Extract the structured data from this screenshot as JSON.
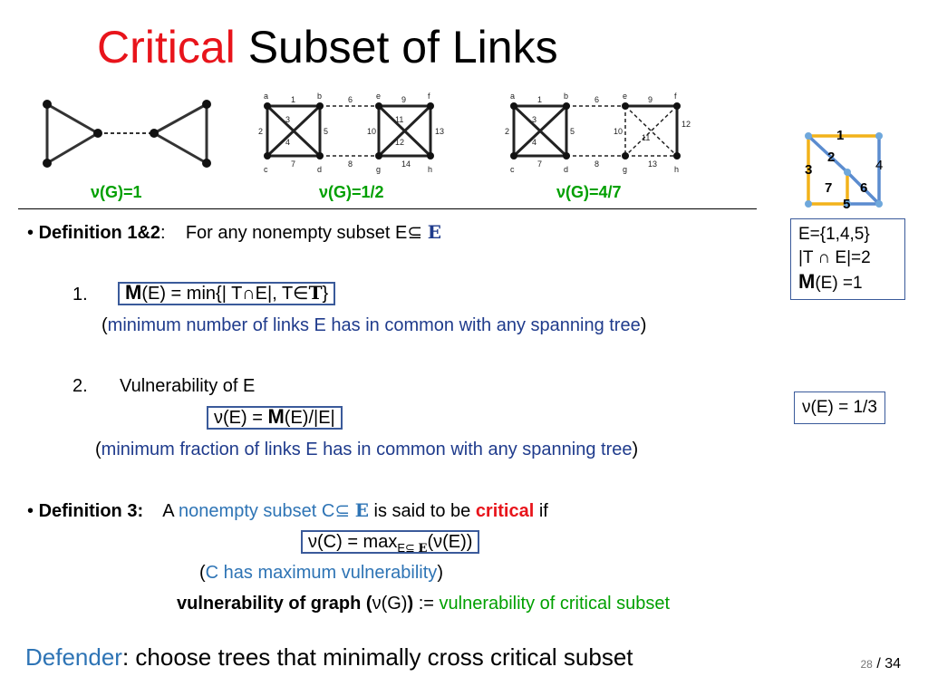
{
  "title": {
    "red": "Critical",
    "rest": "Subset of Links"
  },
  "graphs": [
    {
      "value": "ν(G)=1"
    },
    {
      "value": "ν(G)=1/2",
      "nodes": [
        "a",
        "b",
        "e",
        "f",
        "c",
        "d",
        "g",
        "h"
      ],
      "edges": [
        "1",
        "2",
        "3",
        "4",
        "5",
        "6",
        "7",
        "8",
        "9",
        "10",
        "11",
        "12",
        "13",
        "14"
      ]
    },
    {
      "value": "ν(G)=4/7",
      "nodes": [
        "a",
        "b",
        "e",
        "f",
        "c",
        "d",
        "g",
        "h"
      ],
      "edges": [
        "1",
        "2",
        "3",
        "4",
        "5",
        "6",
        "7",
        "8",
        "9",
        "10",
        "11",
        "12",
        "13"
      ]
    }
  ],
  "small_graph": {
    "labels": [
      "1",
      "2",
      "3",
      "4",
      "7",
      "6",
      "5"
    ]
  },
  "defs": {
    "bullet1_label": "Definition 1&2",
    "bullet1_text": "For any nonempty subset E",
    "bold_E": "E",
    "item1_num": "1.",
    "item1_M": "M",
    "item1_formula": "(E) = min{| T∩E|, T∈",
    "item1_T": "T",
    "item1_close": "}",
    "item1_paren_open": "(",
    "item1_desc": "minimum number of links E has in common with any spanning tree",
    "item1_paren_close": ")",
    "item2_num": "2.",
    "item2_label": "Vulnerability of E",
    "item2_formula_pre": "ν(E) = ",
    "item2_M": "M",
    "item2_formula_post": "(E)/|E|",
    "item2_paren_open": "(",
    "item2_desc": "minimum fraction of links E has in common with any spanning tree",
    "item2_paren_close": ")",
    "bullet3_label": "Definition 3:",
    "bullet3_a": "A",
    "bullet3_subset": "nonempty subset C",
    "bullet3_is": "is said to be",
    "bullet3_critical": "critical",
    "bullet3_if": "if",
    "crit_formula_pre": "ν(C) = max",
    "crit_sub": "E",
    "crit_formula_post": "(ν(E))",
    "crit_paren_open": "(",
    "crit_desc": "C has maximum vulnerability",
    "crit_paren_close": ")",
    "vg_label": "vulnerability of graph (",
    "vg_nu": "ν(G)",
    "vg_close": ")",
    "vg_assign": " := ",
    "vg_desc": "vulnerability of critical subset"
  },
  "sidebox1": {
    "line1": "E={1,4,5}",
    "line2": "|T ∩ E|=2",
    "line3_M": "M",
    "line3": "(E) =1"
  },
  "sidebox2": {
    "text": "ν(E) = 1/3"
  },
  "footer": {
    "blue": "Defender",
    "rest": ": choose trees that minimally cross critical subset"
  },
  "page": {
    "current": "28",
    "total": "/ 34"
  }
}
